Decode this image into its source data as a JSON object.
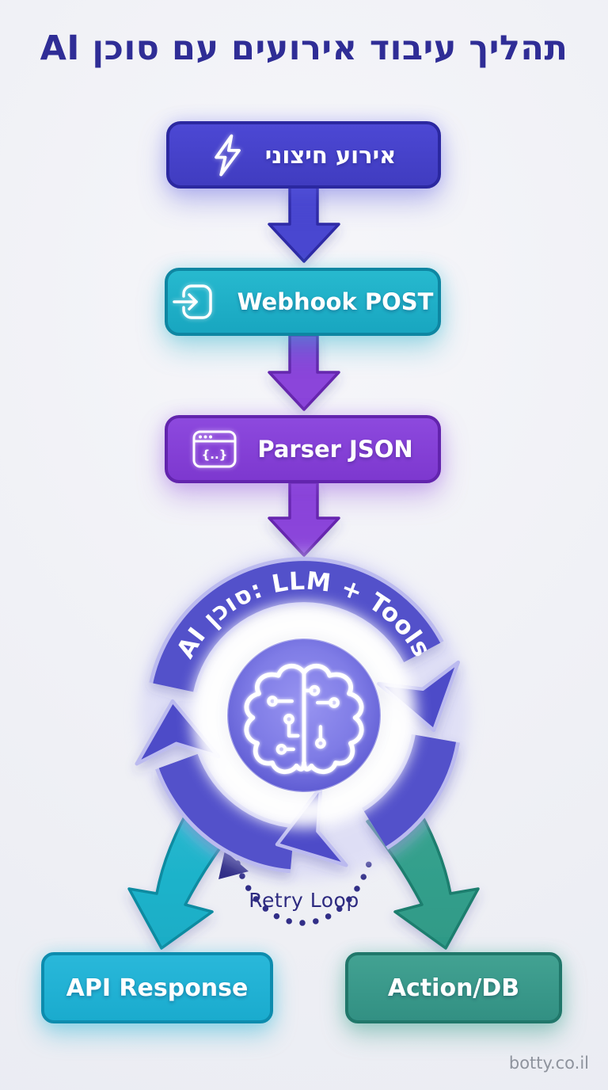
{
  "title": "תהליך עיבוד אירועים עם סוכן AI",
  "nodes": {
    "external_event": {
      "label": "אירוע חיצוני",
      "icon": "lightning-bolt",
      "color": "#4845cc"
    },
    "webhook": {
      "label": "Webhook POST",
      "icon": "login-arrow",
      "color": "#1fb1c7"
    },
    "parser": {
      "label": "Parser JSON",
      "icon": "code-window",
      "code_symbol": "{..}",
      "color": "#8a46da"
    },
    "agent_loop": {
      "label": "AI סוכן: LLM + Tools",
      "icon": "brain-circuit",
      "color": "#5351ca"
    },
    "api_response": {
      "label": "API Response",
      "color": "#20b2d4"
    },
    "action_db": {
      "label": "Action/DB",
      "color": "#3d9e8e"
    }
  },
  "retry": {
    "label": "Retry Loop",
    "color": "#312e87"
  },
  "watermark": "botty.co.il",
  "colors": {
    "background": "#eff0f5",
    "title_text": "#2f2d96",
    "arrow_blue": "#4a47d0",
    "arrow_purple": "#8b45da",
    "ring_indigo": "#5351ca",
    "teal_arrow": "#1fb4ca",
    "green_arrow": "#35a08c"
  }
}
